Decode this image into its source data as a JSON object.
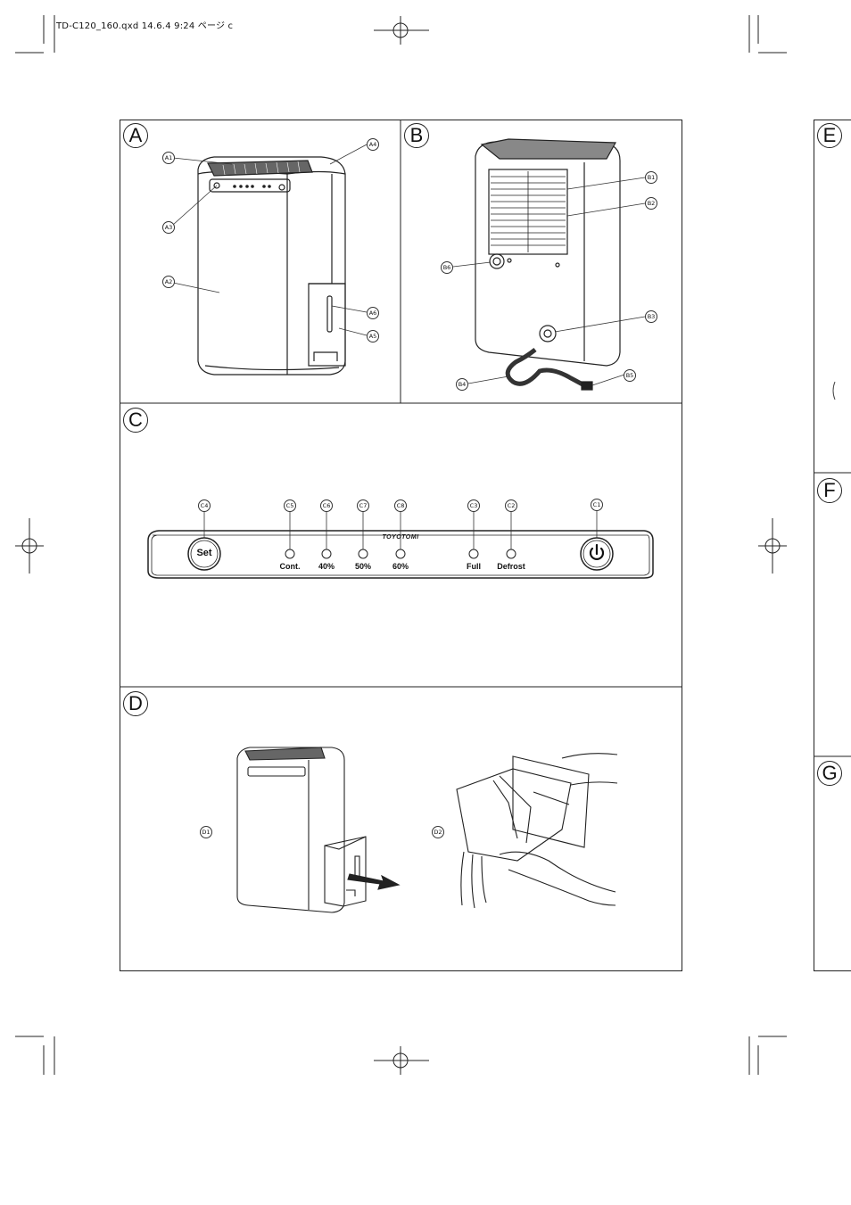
{
  "header": {
    "file_info": "TD-C120_160.qxd  14.6.4 9:24  ページ c"
  },
  "panels": {
    "A": {
      "letter": "A",
      "callouts": [
        "A1",
        "A2",
        "A3",
        "A4",
        "A5",
        "A6"
      ]
    },
    "B": {
      "letter": "B",
      "callouts": [
        "B1",
        "B2",
        "B3",
        "B4",
        "B5",
        "B6"
      ]
    },
    "C": {
      "letter": "C",
      "callouts": [
        "C1",
        "C2",
        "C3",
        "C4",
        "C5",
        "C6",
        "C7",
        "C8"
      ]
    },
    "D": {
      "letter": "D",
      "callouts": [
        "D1",
        "D2"
      ]
    }
  },
  "side_panels": [
    "E",
    "F",
    "G"
  ],
  "control_panel": {
    "set_button": "Set",
    "brand": "TOYOTOMI",
    "indicators": [
      "Cont.",
      "40%",
      "50%",
      "60%",
      "Full",
      "Defrost"
    ],
    "power_icon": "power-icon"
  }
}
